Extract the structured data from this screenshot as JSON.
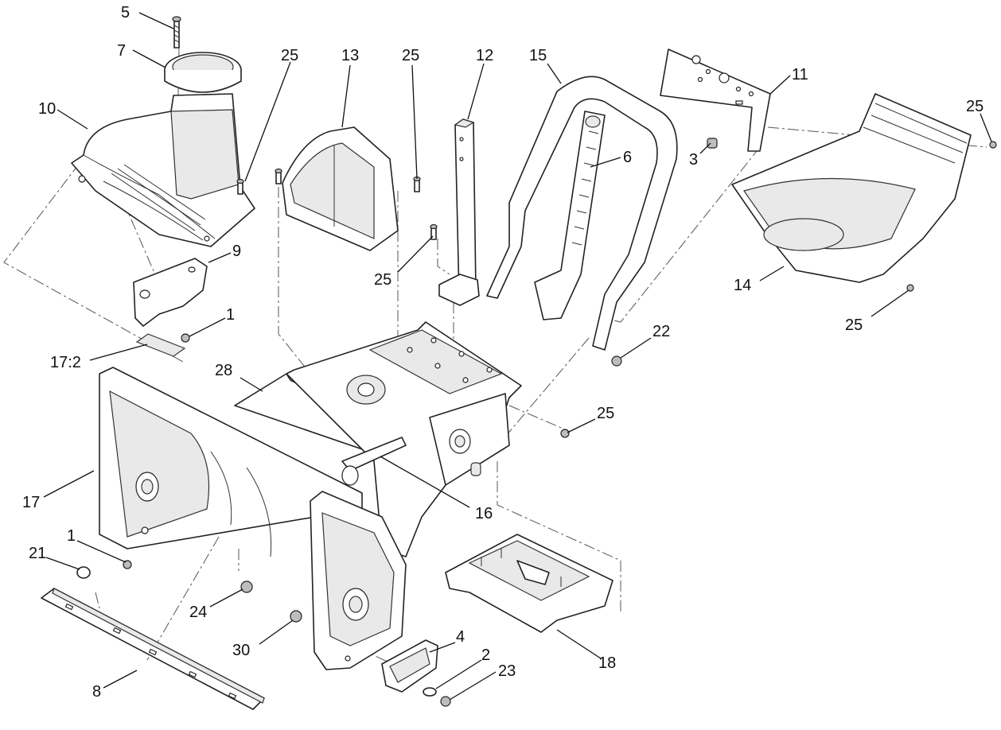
{
  "callouts": [
    {
      "id": "c5",
      "text": "5"
    },
    {
      "id": "c7",
      "text": "7"
    },
    {
      "id": "c10",
      "text": "10"
    },
    {
      "id": "c25a",
      "text": "25"
    },
    {
      "id": "c13",
      "text": "13"
    },
    {
      "id": "c25b",
      "text": "25"
    },
    {
      "id": "c12",
      "text": "12"
    },
    {
      "id": "c15",
      "text": "15"
    },
    {
      "id": "c6",
      "text": "6"
    },
    {
      "id": "c11",
      "text": "11"
    },
    {
      "id": "c3",
      "text": "3"
    },
    {
      "id": "c25c",
      "text": "25"
    },
    {
      "id": "c9",
      "text": "9"
    },
    {
      "id": "c25d",
      "text": "25"
    },
    {
      "id": "c1a",
      "text": "1"
    },
    {
      "id": "c17_2",
      "text": "17:2"
    },
    {
      "id": "c28",
      "text": "28"
    },
    {
      "id": "c14",
      "text": "14"
    },
    {
      "id": "c25e",
      "text": "25"
    },
    {
      "id": "c22",
      "text": "22"
    },
    {
      "id": "c25f",
      "text": "25"
    },
    {
      "id": "c17",
      "text": "17"
    },
    {
      "id": "c16",
      "text": "16"
    },
    {
      "id": "c1b",
      "text": "1"
    },
    {
      "id": "c21",
      "text": "21"
    },
    {
      "id": "c24",
      "text": "24"
    },
    {
      "id": "c30",
      "text": "30"
    },
    {
      "id": "c4",
      "text": "4"
    },
    {
      "id": "c2",
      "text": "2"
    },
    {
      "id": "c23",
      "text": "23"
    },
    {
      "id": "c18",
      "text": "18"
    },
    {
      "id": "c8",
      "text": "8"
    }
  ]
}
